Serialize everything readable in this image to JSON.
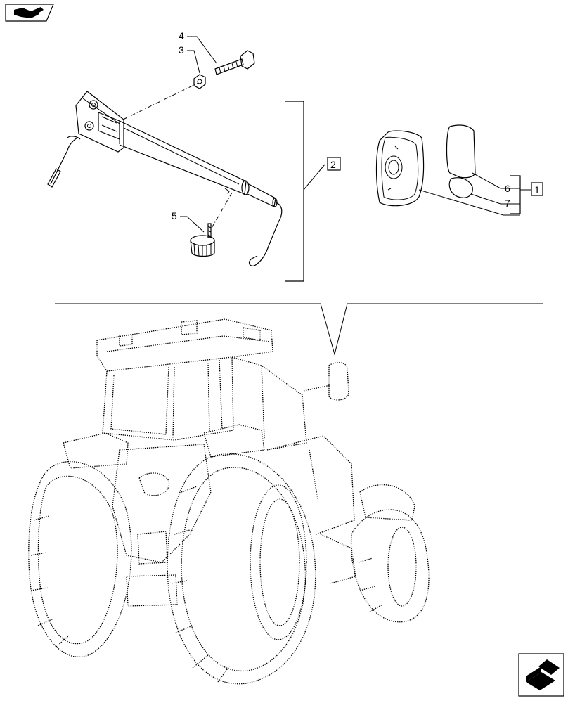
{
  "callouts": {
    "c1": "1",
    "c2": "2",
    "c3": "3",
    "c4": "4",
    "c5": "5",
    "c6": "6",
    "c7": "7"
  },
  "icons": {
    "top_left": "open-book-hand-icon",
    "bottom_right": "next-page-arrow-icon"
  },
  "colors": {
    "line": "#000000",
    "background": "#ffffff"
  }
}
